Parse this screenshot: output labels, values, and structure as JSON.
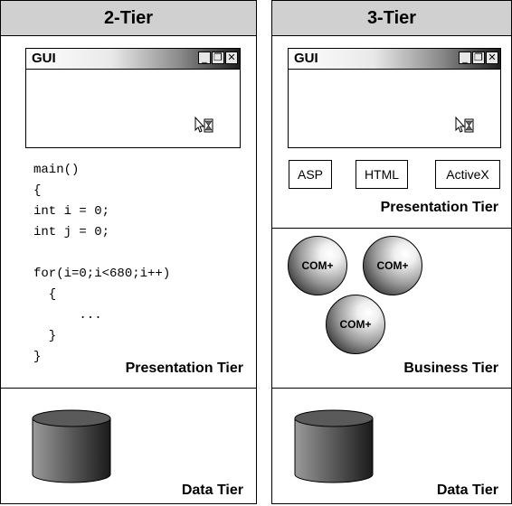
{
  "left_column": {
    "header": "2-Tier",
    "gui_title": "GUI",
    "code_lines": [
      "main()",
      "{",
      "int i = 0;",
      "int j = 0;",
      "",
      "for(i=0;i<680;i++)",
      "  {",
      "      ...",
      "  }",
      "}"
    ],
    "presentation_label": "Presentation Tier",
    "data_label": "Data Tier"
  },
  "right_column": {
    "header": "3-Tier",
    "gui_title": "GUI",
    "tech_boxes": [
      "ASP",
      "HTML",
      "ActiveX"
    ],
    "presentation_label": "Presentation Tier",
    "com_label": "COM+",
    "business_label": "Business Tier",
    "data_label": "Data Tier"
  },
  "icons": {
    "window_controls": [
      "minimize-icon",
      "restore-icon",
      "close-icon"
    ],
    "cursor": "hourglass-cursor-icon",
    "database": "database-cylinder-icon"
  },
  "colors": {
    "header_bg": "#d0d0d0"
  }
}
